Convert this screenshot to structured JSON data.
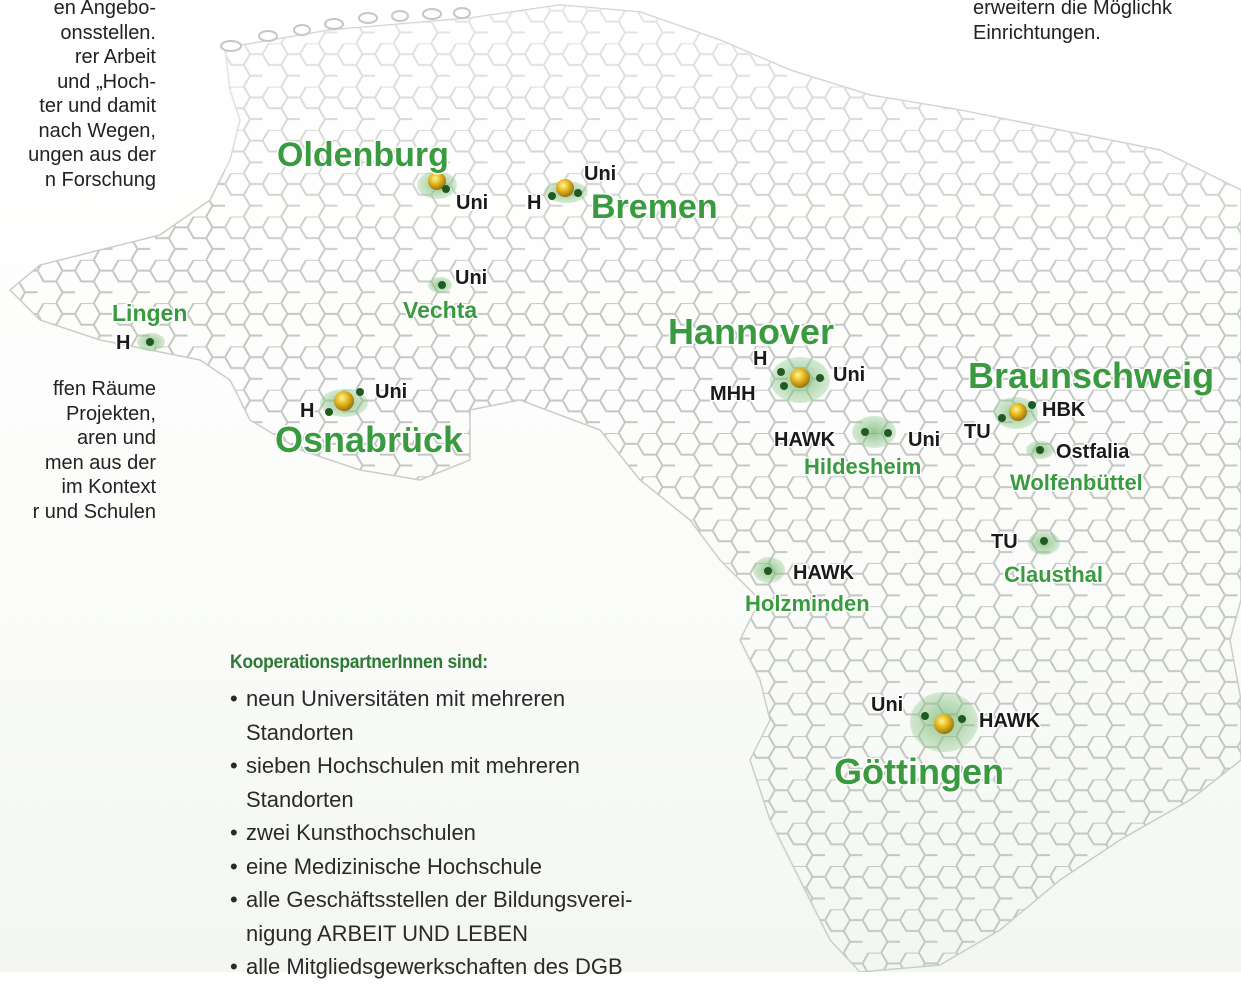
{
  "left_text_top": [
    "en Angebo-",
    "onsstellen.",
    "rer Arbeit",
    "und „Hoch-",
    "ter und damit",
    "nach Wegen,",
    "ungen aus der",
    "n Forschung"
  ],
  "left_text_middle": [
    "ffen Räume",
    "Projekten,",
    "aren und",
    "men aus der",
    "im Kontext",
    "r und Schulen"
  ],
  "right_text_top": [
    "erweitern die Möglichk",
    "Einrichtungen."
  ],
  "cities": {
    "oldenburg": "Oldenburg",
    "bremen": "Bremen",
    "lingen": "Lingen",
    "vechta": "Vechta",
    "osnabrueck": "Osnabrück",
    "hannover": "Hannover",
    "braunschweig": "Braunschweig",
    "hildesheim": "Hildesheim",
    "wolfenbuettel": "Wolfenbüttel",
    "clausthal": "Clausthal",
    "holzminden": "Holzminden",
    "goettingen": "Göttingen"
  },
  "institutions": {
    "uni": "Uni",
    "h": "H",
    "mhh": "MHH",
    "hawk": "HAWK",
    "tu": "TU",
    "hbk": "HBK",
    "ostfalia": "Ostfalia"
  },
  "partners": {
    "title": "KooperationspartnerInnen sind:",
    "items": [
      [
        "neun Universitäten mit mehreren",
        "Standorten"
      ],
      [
        "sieben Hochschulen mit mehreren",
        "Standorten"
      ],
      [
        "zwei Kunsthochschulen"
      ],
      [
        "eine Medizinische Hochschule"
      ],
      [
        "alle Geschäftsstellen der Bildungsverei-",
        "nigung ARBEIT UND LEBEN"
      ],
      [
        "alle Mitgliedsgewerkschaften des DGB"
      ]
    ]
  },
  "colors": {
    "city_label": "#3a9a3f",
    "blob": "#7fbf7d",
    "dot_dark": "#1f5a22",
    "dot_gold": "#e3b51b",
    "hex_stroke": "#c7ccc7"
  }
}
